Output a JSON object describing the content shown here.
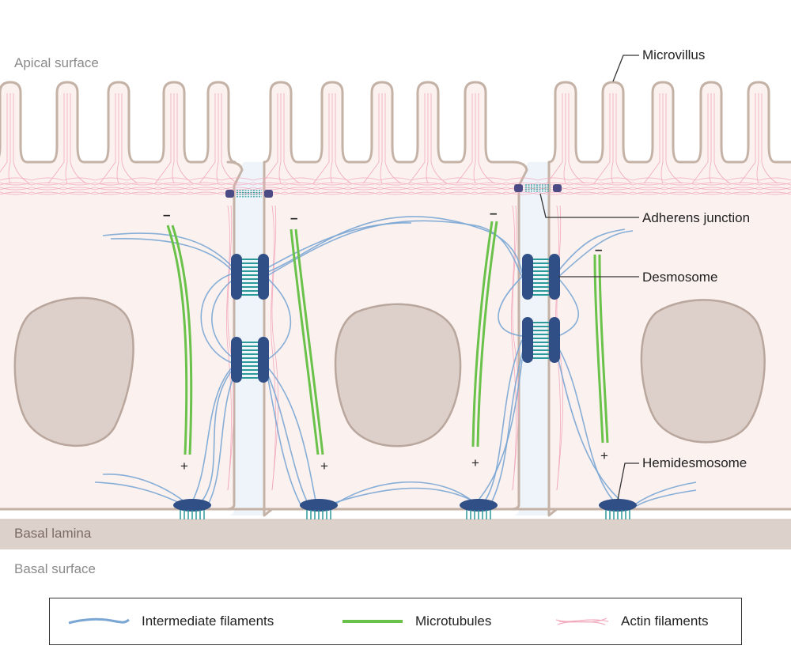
{
  "regions": {
    "apical": "Apical surface",
    "basal_lamina": "Basal lamina",
    "basal_surface": "Basal surface"
  },
  "callouts": {
    "microvillus": "Microvillus",
    "adherens": "Adherens junction",
    "desmosome": "Desmosome",
    "hemidesmosome": "Hemidesmosome"
  },
  "polarity": {
    "minus": "–",
    "plus": "+"
  },
  "legend": {
    "intermediate": "Intermediate filaments",
    "microtubules": "Microtubules",
    "actin": "Actin filaments"
  },
  "colors": {
    "cell_fill": "#fbf1ef",
    "cell_outline": "#c4b2a6",
    "nucleus": "#ddcfc9",
    "intermediate": "#7aa6d4",
    "microtubule": "#6ac24a",
    "actin": "#f2a9bd",
    "junction": "#2f4f86",
    "lamina": "#ddd1cb"
  }
}
